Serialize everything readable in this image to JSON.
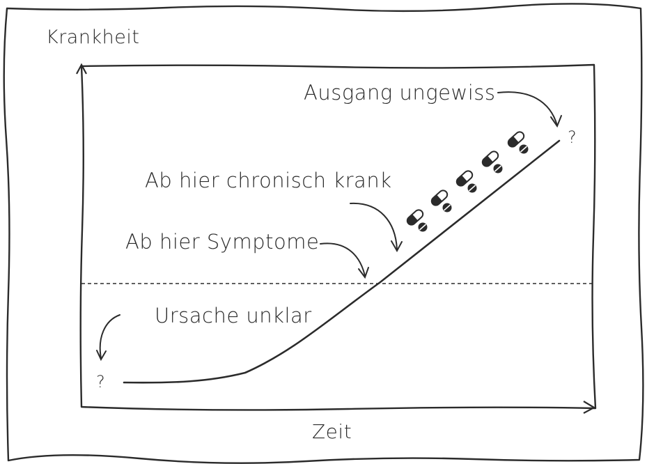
{
  "axes": {
    "y_label": "Krankheit",
    "x_label": "Zeit"
  },
  "annotations": {
    "outcome": "Ausgang ungewiss",
    "chronic": "Ab hier chronisch krank",
    "symptoms": "Ab hier Symptome",
    "cause": "Ursache unklar",
    "start_mark": "?",
    "end_mark": "?"
  },
  "icons": {
    "pill": "pill-capsule-icon",
    "tablet": "tablet-icon",
    "arrow": "hand-drawn-arrow-icon"
  },
  "colors": {
    "ink": "#2b2b2b",
    "background": "#ffffff"
  }
}
